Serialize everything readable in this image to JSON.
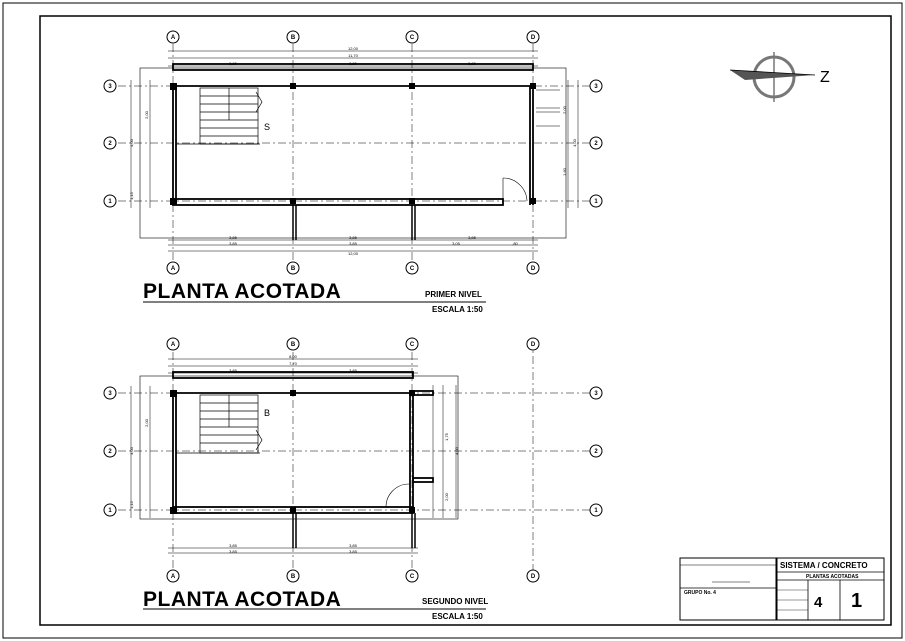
{
  "plan1": {
    "title": "PLANTA ACOTADA",
    "level": "PRIMER NIVEL",
    "scale": "ESCALA 1:50",
    "stair_label": "S",
    "grid_cols": [
      "A",
      "B",
      "C",
      "D"
    ],
    "grid_rows": [
      "3",
      "2",
      "1"
    ],
    "dims_top": [
      "12,00",
      "11,70",
      "3,85",
      "3,85",
      "3,85"
    ],
    "dims_bottom": [
      "3,85",
      "3,85",
      "3,85",
      "3,85",
      "3,85",
      "3,05",
      ",80",
      "12,00"
    ],
    "dims_left": [
      "4,00",
      "2,00",
      "1,15"
    ],
    "dims_right": [
      "4,00",
      "1,60",
      "2,00"
    ]
  },
  "plan2": {
    "title": "PLANTA ACOTADA",
    "level": "SEGUNDO NIVEL",
    "scale": "ESCALA 1:50",
    "stair_label": "B",
    "grid_cols": [
      "A",
      "B",
      "C",
      "D"
    ],
    "grid_rows": [
      "3",
      "2",
      "1"
    ],
    "dims_top": [
      "8,00",
      "7,70",
      "3,85",
      "3,85"
    ],
    "dims_bottom": [
      "3,85",
      "3,85",
      "3,85",
      "3,85"
    ],
    "dims_left": [
      "4,00",
      "2,00",
      "1,15"
    ],
    "dims_right": [
      "4,00",
      "1,75",
      "2,00"
    ]
  },
  "north": {
    "letter": "Z"
  },
  "title_block": {
    "left_header": "",
    "group": "GRUPO No. 4",
    "system": "SISTEMA / CONCRETO",
    "sheet_title": "PLANTAS ACOTADAS",
    "field_a": "4",
    "field_b": "1"
  }
}
